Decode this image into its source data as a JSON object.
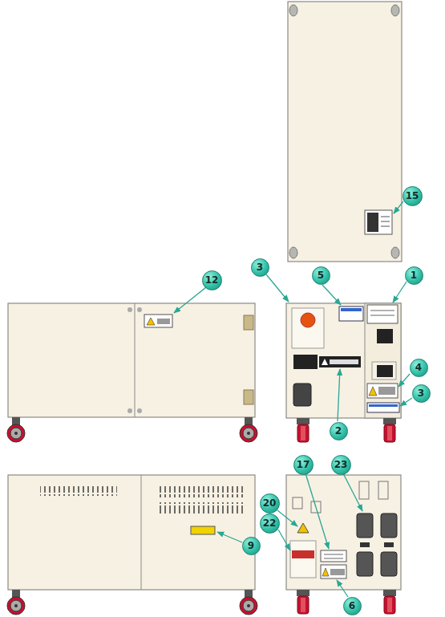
{
  "diagram": {
    "nodes": [
      {
        "text": [
          "15"
        ]
      },
      {
        "text": [
          "12"
        ]
      },
      {
        "text": [
          "3"
        ]
      },
      {
        "text": [
          "5"
        ]
      },
      {
        "text": [
          "1"
        ]
      },
      {
        "text": [
          "4"
        ]
      },
      {
        "text": [
          "3"
        ]
      },
      {
        "text": [
          "2"
        ]
      },
      {
        "text": [
          "23"
        ]
      },
      {
        "text": [
          "17"
        ]
      },
      {
        "text": [
          "20"
        ]
      },
      {
        "text": [
          "22"
        ]
      },
      {
        "text": [
          "9"
        ]
      },
      {
        "text": [
          "6"
        ]
      }
    ]
  }
}
